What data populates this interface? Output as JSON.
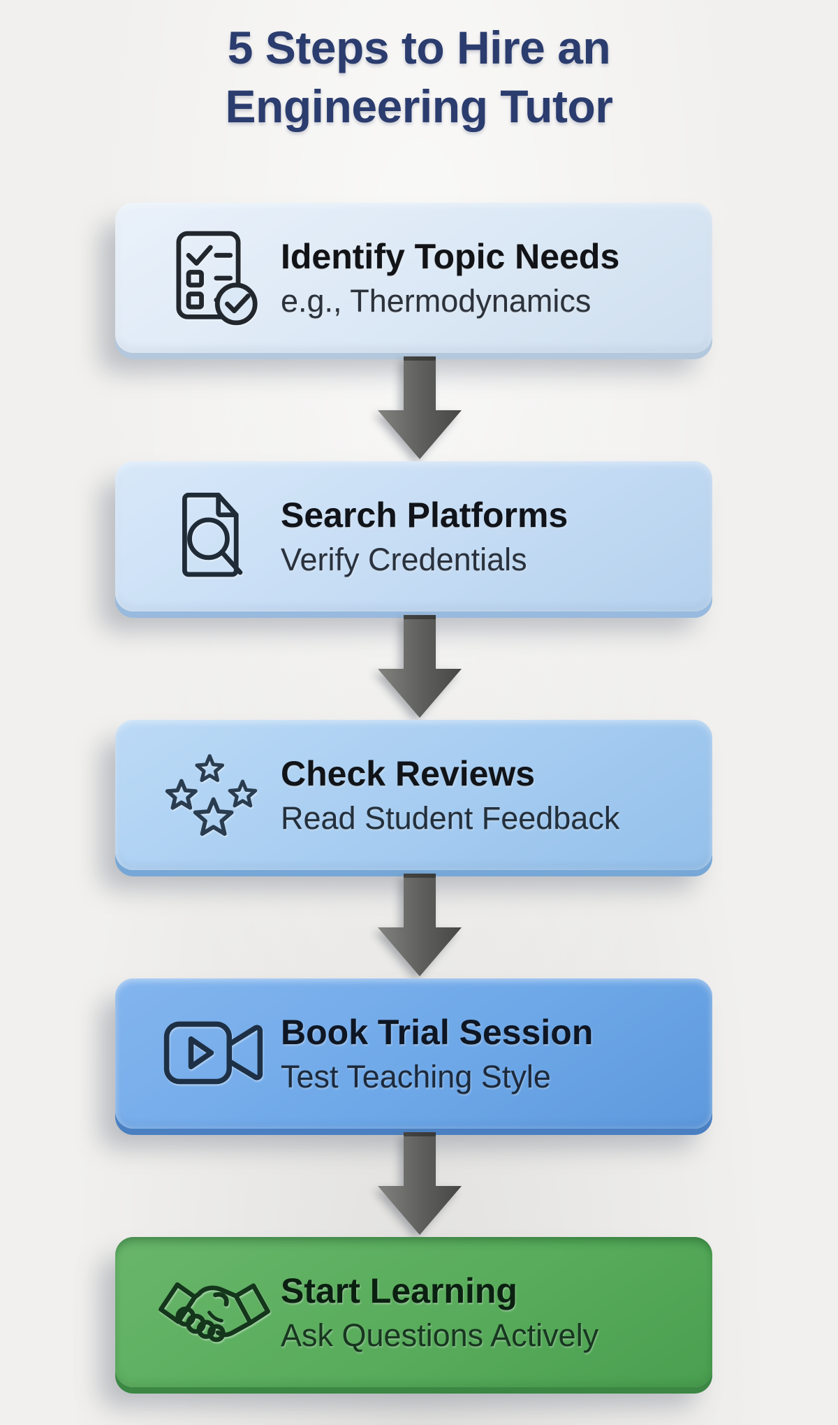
{
  "page": {
    "title_line1": "5 Steps to Hire an",
    "title_line2": "Engineering Tutor",
    "title_color": "#2b3c6e",
    "background_color": "#f1f0ee"
  },
  "connector": {
    "icon": "down-arrow-icon",
    "color_light": "#82827f",
    "color_mid": "#5d5d5b",
    "color_dark": "#474745"
  },
  "steps": [
    {
      "title": "Identify Topic Needs",
      "subtitle": "e.g., Thermodynamics",
      "icon": "checklist-icon",
      "colors": {
        "bg_light": "#eaf1fa",
        "bg": "#dbe8f5",
        "bg_dark": "#cfdfef",
        "edge": "#b3c8dd",
        "icon": "#22272d",
        "title": "#111317",
        "subtitle": "#2c323b"
      }
    },
    {
      "title": "Search Platforms",
      "subtitle": "Verify Credentials",
      "icon": "document-search-icon",
      "colors": {
        "bg_light": "#d8e8f9",
        "bg": "#c5dcf4",
        "bg_dark": "#b5d1ee",
        "edge": "#97bade",
        "icon": "#202b38",
        "title": "#10141a",
        "subtitle": "#28313d"
      }
    },
    {
      "title": "Check Reviews",
      "subtitle": "Read Student Feedback",
      "icon": "stars-icon",
      "colors": {
        "bg_light": "#bcdaf6",
        "bg": "#a6ccf1",
        "bg_dark": "#94c0ea",
        "edge": "#76a7d6",
        "icon": "#2a3d50",
        "title": "#101419",
        "subtitle": "#23303d"
      }
    },
    {
      "title": "Book Trial Session",
      "subtitle": "Test Teaching Style",
      "icon": "video-camera-icon",
      "colors": {
        "bg_light": "#83b5ee",
        "bg": "#6ea8e8",
        "bg_dark": "#5d99dd",
        "edge": "#4a80c2",
        "icon": "#1d3046",
        "title": "#0e1624",
        "subtitle": "#1c2a3d"
      }
    },
    {
      "title": "Start Learning",
      "subtitle": "Ask Questions Actively",
      "icon": "handshake-icon",
      "colors": {
        "bg_light": "#69b66b",
        "bg": "#58ac5b",
        "bg_dark": "#4a9f50",
        "edge": "#3b8743",
        "icon": "#14361b",
        "title": "#0a2010",
        "subtitle": "#17371f"
      }
    }
  ]
}
